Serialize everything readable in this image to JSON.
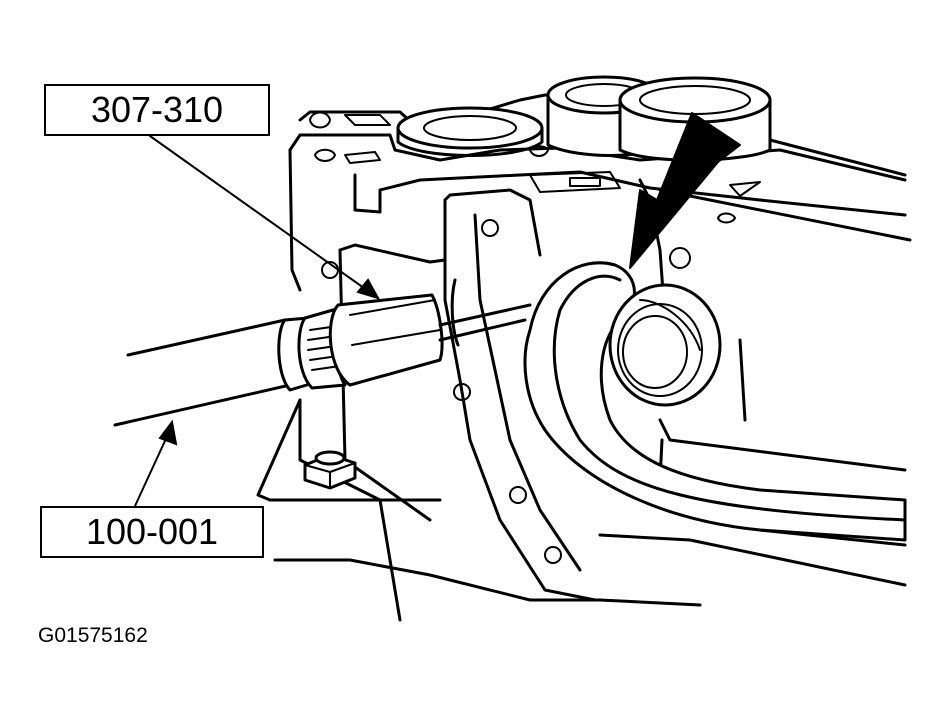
{
  "callouts": {
    "tool_upper": "307-310",
    "tool_lower": "100-001"
  },
  "figure_id": "G01575162"
}
